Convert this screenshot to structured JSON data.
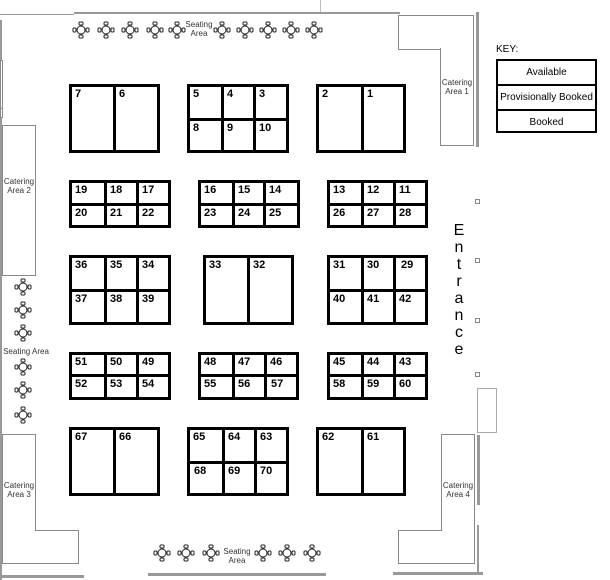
{
  "key": {
    "title": "KEY:",
    "items": [
      {
        "label": "Available"
      },
      {
        "label": "Provisionally Booked"
      },
      {
        "label": "Booked"
      }
    ]
  },
  "entrance": {
    "letters": [
      "E",
      "n",
      "t",
      "r",
      "a",
      "n",
      "c",
      "e"
    ]
  },
  "catering": {
    "area1": {
      "line1": "Catering",
      "line2": "Area 1"
    },
    "area2": {
      "line1": "Catering",
      "line2": "Area 2"
    },
    "area3": {
      "line1": "Catering",
      "line2": "Area 3"
    },
    "area4": {
      "line1": "Catering",
      "line2": "Area 4"
    }
  },
  "seating": {
    "top": {
      "line1": "Seating",
      "line2": "Area"
    },
    "left": {
      "line1": "Seating Area"
    },
    "bottom": {
      "line1": "Seating",
      "line2": "Area"
    }
  },
  "blocks": {
    "b7_6": {
      "booths": [
        "7",
        "6"
      ]
    },
    "b5_10": {
      "booths": [
        "5",
        "4",
        "3",
        "8",
        "9",
        "10"
      ]
    },
    "b2_1": {
      "booths": [
        "2",
        "1"
      ]
    },
    "b19_22": {
      "booths": [
        "19",
        "18",
        "17",
        "20",
        "21",
        "22"
      ]
    },
    "b16_25": {
      "booths": [
        "16",
        "15",
        "14",
        "23",
        "24",
        "25"
      ]
    },
    "b13_28": {
      "booths": [
        "13",
        "12",
        "11",
        "26",
        "27",
        "28"
      ]
    },
    "b36_39": {
      "booths": [
        "36",
        "35",
        "34",
        "37",
        "38",
        "39"
      ]
    },
    "b33_32": {
      "booths": [
        "33",
        "32"
      ]
    },
    "b31_42": {
      "booths": [
        "31",
        "30",
        "29",
        "40",
        "41",
        "42"
      ]
    },
    "b51_54": {
      "booths": [
        "51",
        "50",
        "49",
        "52",
        "53",
        "54"
      ]
    },
    "b48_57": {
      "booths": [
        "48",
        "47",
        "46",
        "55",
        "56",
        "57"
      ]
    },
    "b45_60": {
      "booths": [
        "45",
        "44",
        "43",
        "58",
        "59",
        "60"
      ]
    },
    "b67_66": {
      "booths": [
        "67",
        "66"
      ]
    },
    "b65_70": {
      "booths": [
        "65",
        "64",
        "63",
        "68",
        "69",
        "70"
      ]
    },
    "b62_61": {
      "booths": [
        "62",
        "61"
      ]
    }
  }
}
